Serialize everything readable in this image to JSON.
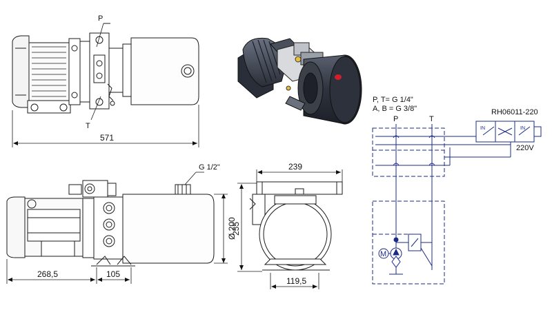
{
  "top_view": {
    "label_p": "P",
    "label_t": "T",
    "length": "571"
  },
  "front_view": {
    "port_callout": "G 1/2\"",
    "diameter": "Ø 200",
    "dim_left": "268,5",
    "dim_feet": "105"
  },
  "end_view": {
    "width": "239",
    "height": "255",
    "base": "119,5"
  },
  "schematic": {
    "port_spec_1": "P, T= G 1/4\"",
    "port_spec_2": "A, B = G 3/8\"",
    "label_p": "P",
    "label_t": "T",
    "valve_code": "RH06011-220",
    "voltage": "220V",
    "in_left": "IN",
    "in_right": "IN",
    "motor": "M"
  },
  "colors": {
    "line": "#1a1a1a",
    "schematic": "#1a2a8a",
    "render_body": "#3a3f4a",
    "render_red": "#d0202a"
  }
}
